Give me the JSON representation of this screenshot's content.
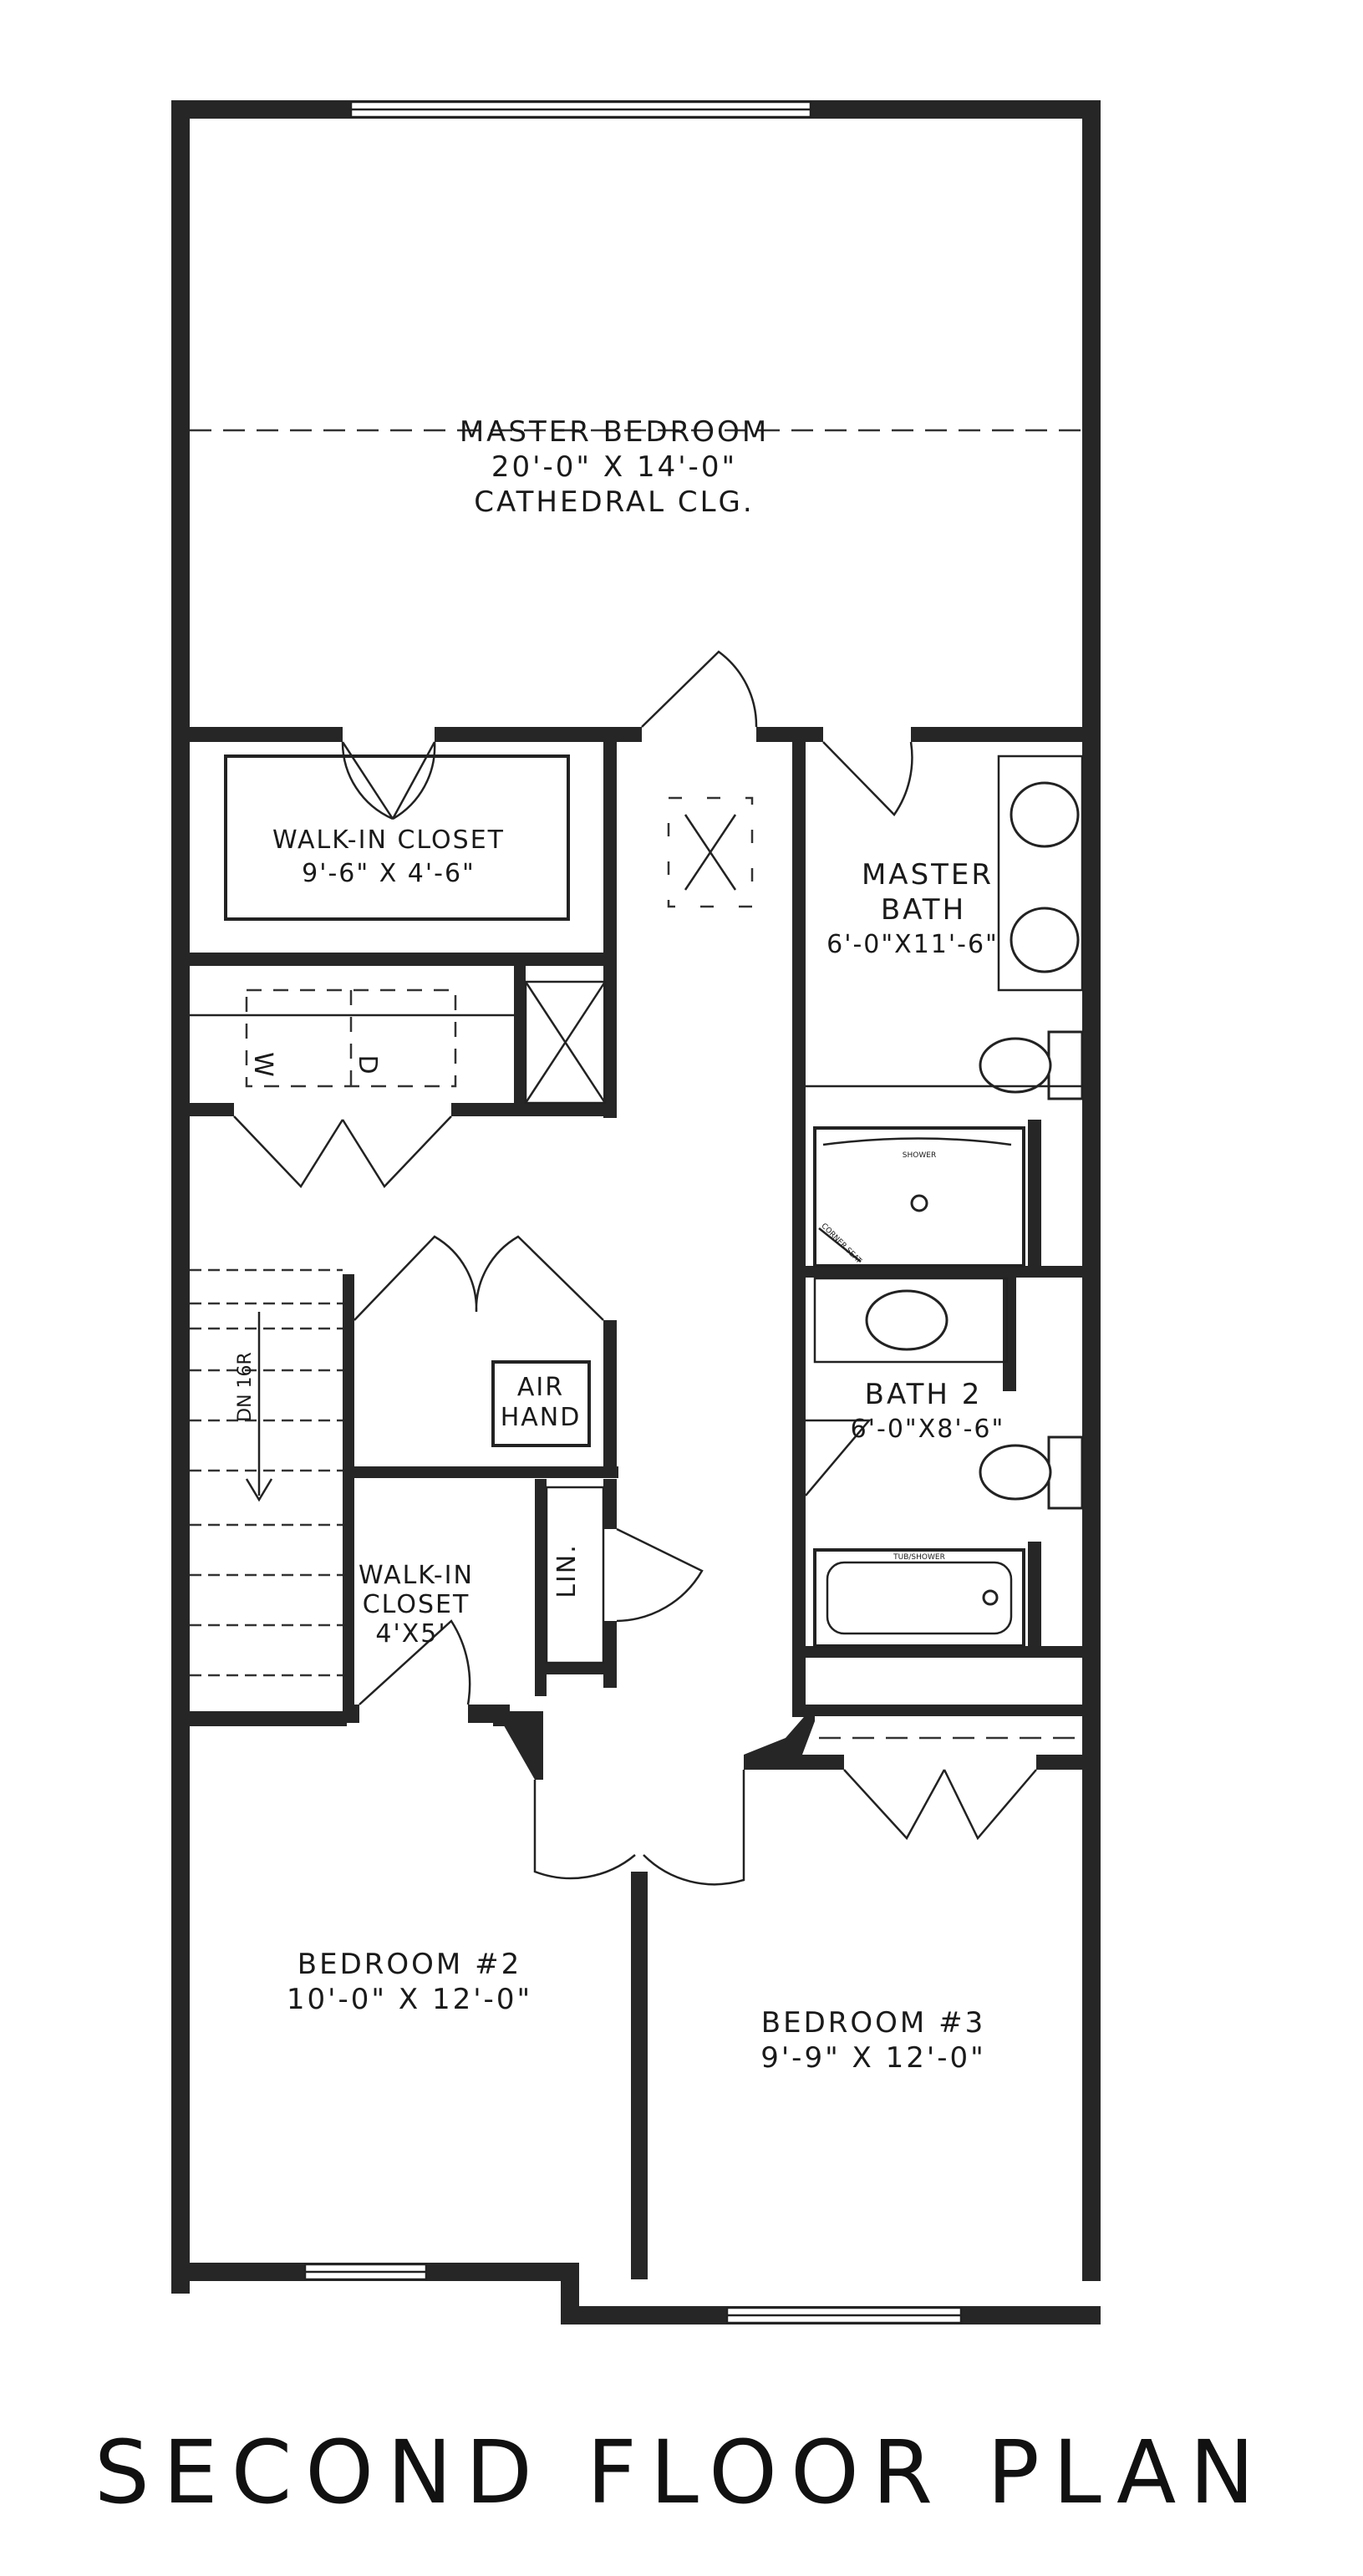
{
  "plan_title": "SECOND FLOOR PLAN",
  "rooms": {
    "master_bedroom": {
      "name": "MASTER BEDROOM",
      "size": "20'-0\" X 14'-0\"",
      "note": "CATHEDRAL CLG."
    },
    "walk_in_closet_master": {
      "name": "WALK-IN CLOSET",
      "size": "9'-6\" X 4'-6\""
    },
    "master_bath": {
      "name": "MASTER",
      "name2": "BATH",
      "size": "6'-0\"X11'-6\""
    },
    "bath_2": {
      "name": "BATH 2",
      "size": "6'-0\"X8'-6\""
    },
    "bedroom_2": {
      "name": "BEDROOM #2",
      "size": "10'-0\" X 12'-0\""
    },
    "bedroom_3": {
      "name": "BEDROOM #3",
      "size": "9'-9\" X 12'-0\""
    },
    "walk_in_closet_hall": {
      "name": "WALK-IN",
      "name2": "CLOSET",
      "size": "4'X5'"
    },
    "air_handler": {
      "line1": "AIR",
      "line2": "HAND"
    },
    "linen": {
      "label": "LIN."
    }
  },
  "fixtures": {
    "washer": "W",
    "dryer": "D",
    "stair": "DN 16R",
    "shower": "SHOWER",
    "corner_seat": "CORNER SEAT",
    "tub_shower": "TUB/SHOWER"
  }
}
